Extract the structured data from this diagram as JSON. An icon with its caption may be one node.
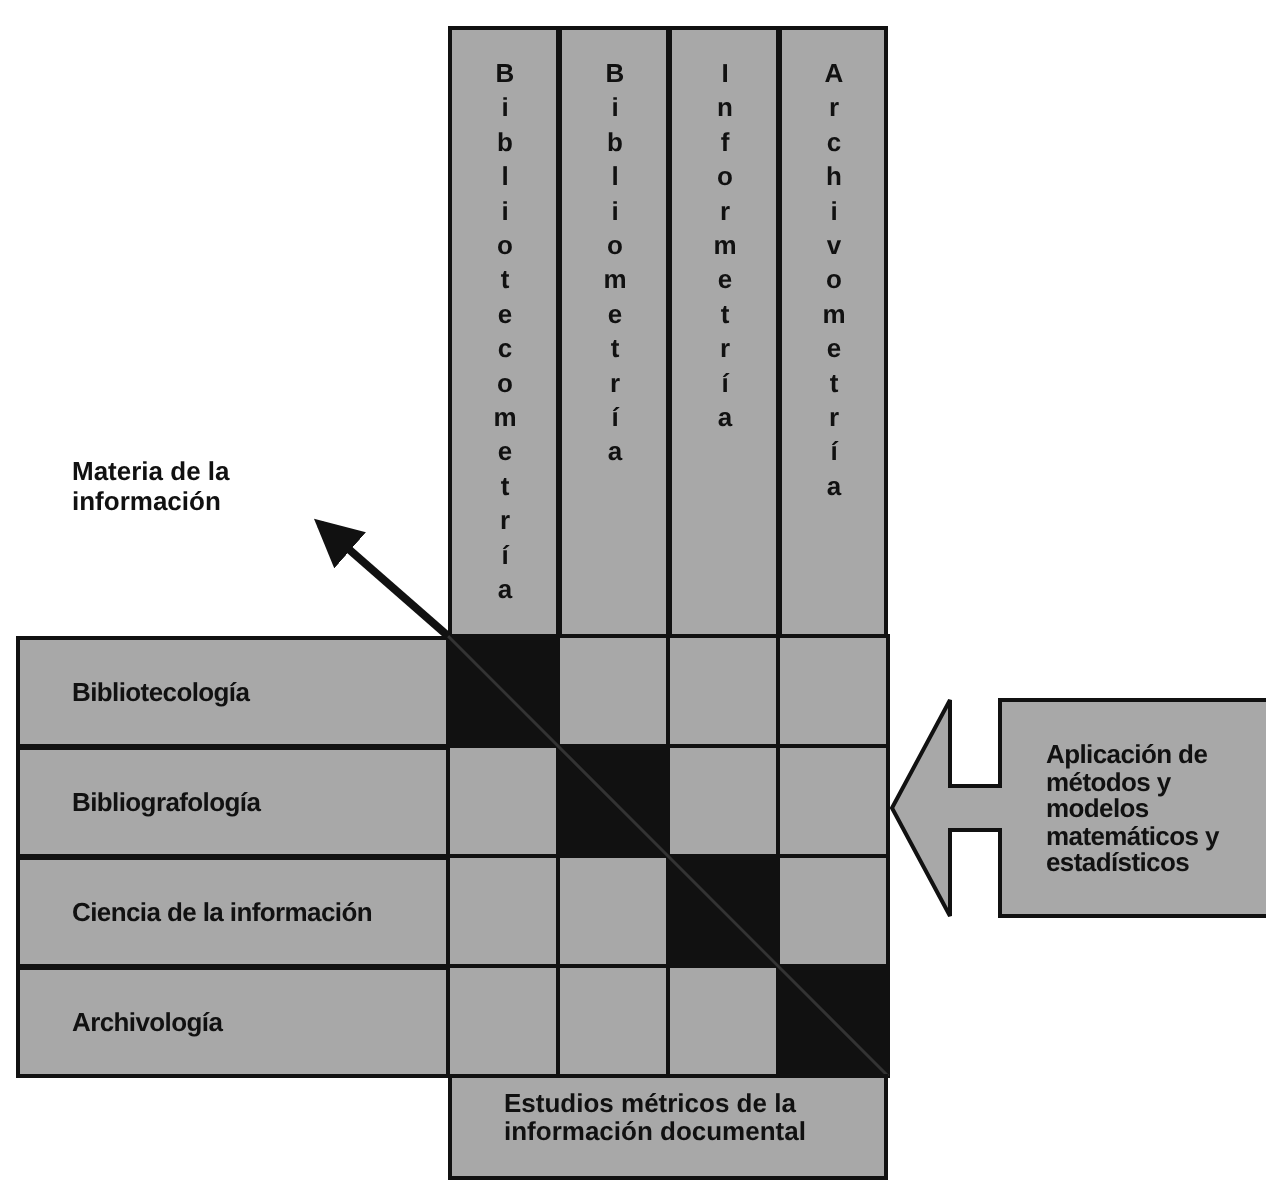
{
  "diagram": {
    "nodes": [
      {
        "text": [
          "Bibliotecometría"
        ]
      },
      {
        "text": [
          "Bibliometría"
        ]
      },
      {
        "text": [
          "Informetría"
        ]
      },
      {
        "text": [
          "Archivometría"
        ]
      },
      {
        "text": [
          "Bibliotecología"
        ]
      },
      {
        "text": [
          "Bibliografología"
        ]
      },
      {
        "text": [
          "Ciencia de la información"
        ]
      },
      {
        "text": [
          "Archivología"
        ]
      },
      {
        "text": [],
        "shape": "box"
      },
      {
        "text": [
          "Estudios métricos de la información documental"
        ]
      },
      {
        "text": [
          "Aplicación de métodos y modelos matemáticos y estadísticos"
        ]
      },
      {
        "text": [
          "Materia de la información"
        ]
      }
    ],
    "edges": [
      {
        "from": 8,
        "to": 11,
        "arrow": "to"
      }
    ]
  }
}
